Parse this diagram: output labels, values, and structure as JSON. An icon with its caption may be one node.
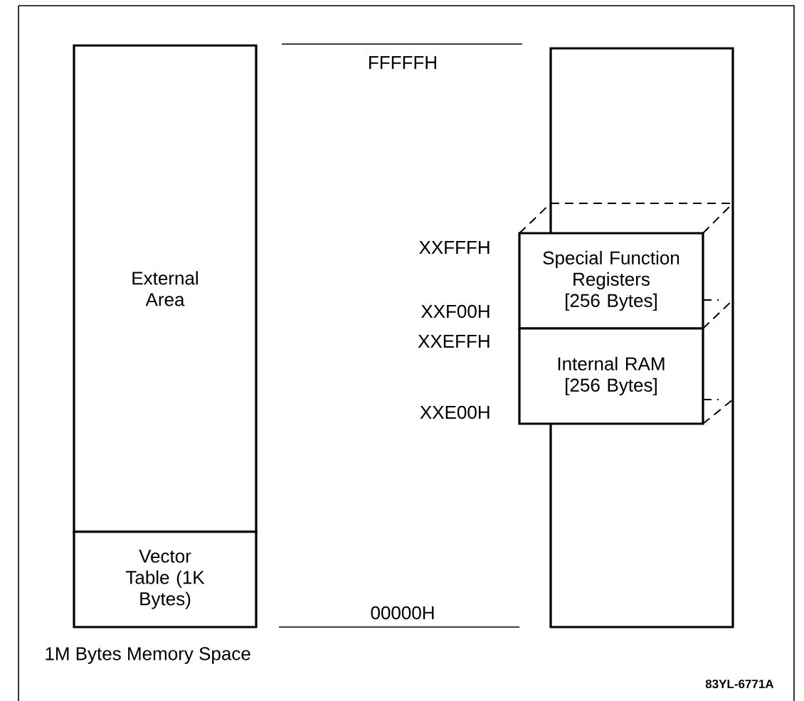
{
  "diagram": {
    "nodes": [
      {
        "text": [
          "External Area"
        ]
      },
      {
        "text": [
          "Vector Table (1K Bytes)"
        ]
      },
      {
        "text": [],
        "shape": "box"
      },
      {
        "text": [
          "Special Function Registers [256 Bytes]"
        ]
      },
      {
        "text": [
          "Internal RAM [256 Bytes]"
        ]
      }
    ],
    "labels": [
      "FFFFFH",
      "XXFFFH",
      "XXF00H",
      "XXEFFH",
      "XXE00H",
      "00000H",
      "1M Bytes Memory Space",
      "83YL-6771A"
    ]
  }
}
